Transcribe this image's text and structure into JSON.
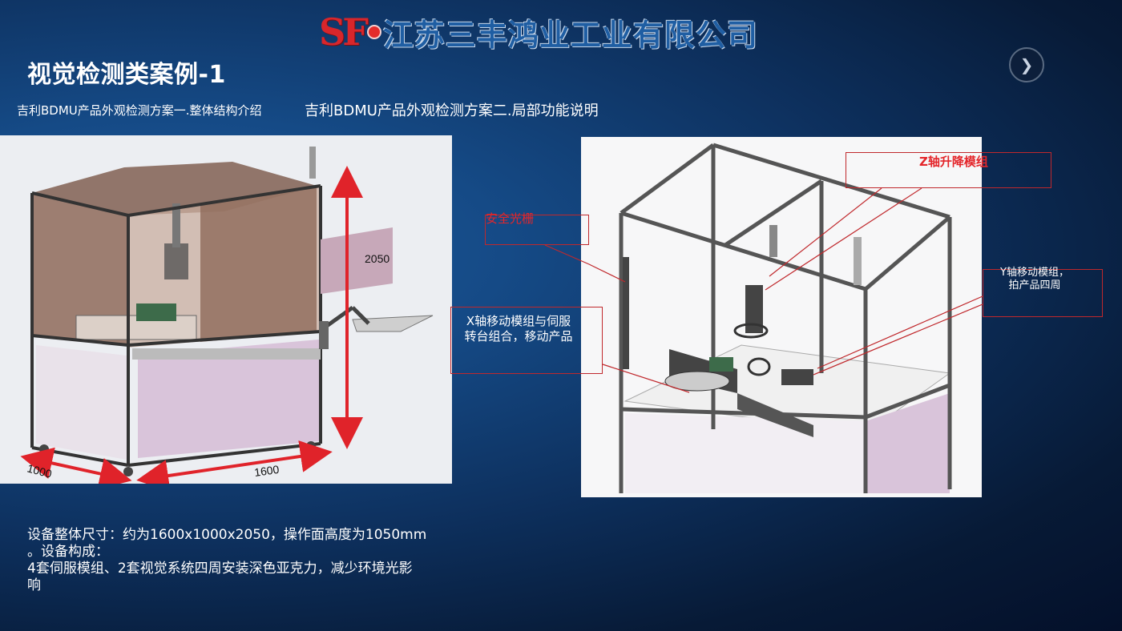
{
  "header": {
    "logo_mark": "SF",
    "company_name": "江苏三丰鸿业工业有限公司",
    "page_title": "视觉检测类案例-1",
    "next_icon": "chevron-right-icon"
  },
  "subtitles": {
    "left": "吉利BDMU产品外观检测方案一.整体结构介绍",
    "right": "吉利BDMU产品外观检测方案二.局部功能说明"
  },
  "left_figure": {
    "height_label": "2050",
    "depth_label": "1000",
    "width_label": "1600"
  },
  "right_figure": {
    "callout_safety": "安全光栅",
    "callout_z": "Z轴升降模组",
    "callout_y_line1": "Y轴移动模组，",
    "callout_y_line2": "拍产品四周",
    "callout_x_line1": "X轴移动模组与伺服",
    "callout_x_line2": "转台组合，移动产品"
  },
  "description": {
    "line1": "设备整体尺寸：约为1600x1000x2050，操作面高度为1050mm",
    "line2": "。设备构成：",
    "line3": "4套伺服模组、2套视觉系统四周安装深色亚克力，减少环境光影",
    "line4": "响"
  },
  "colors": {
    "accent_red": "#e4262b",
    "brand_blue": "#1f5ea3",
    "cabinet_brown": "#8f6a5a",
    "cabinet_pink": "#d9c4da"
  }
}
